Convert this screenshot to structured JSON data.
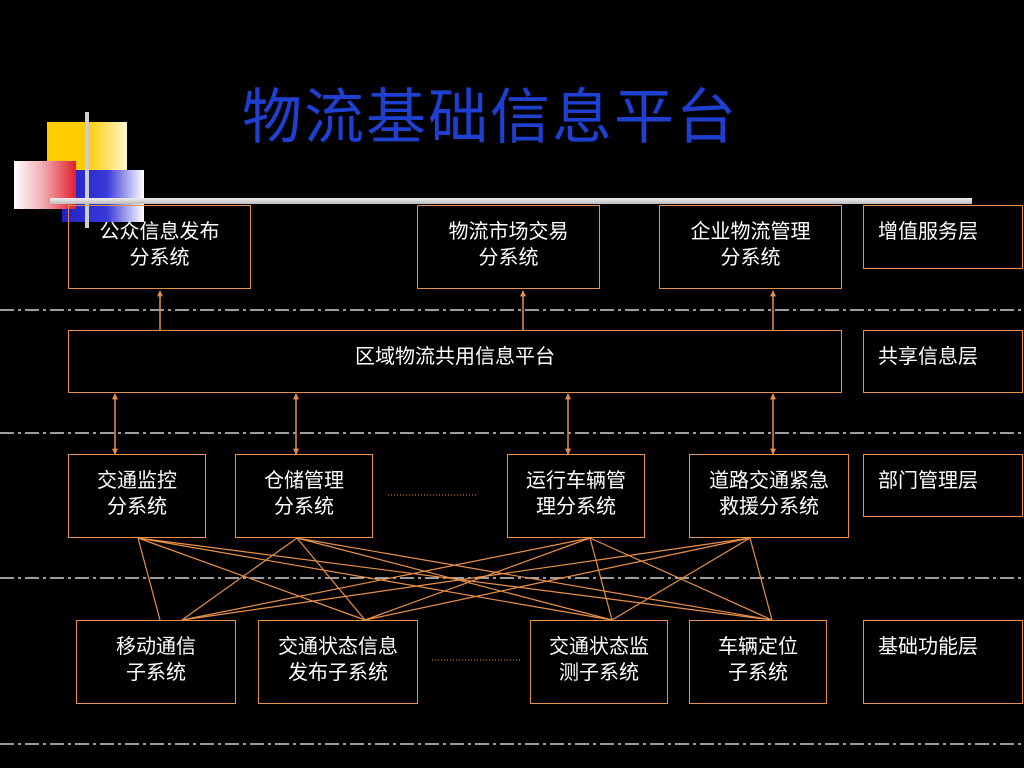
{
  "title": "物流基础信息平台",
  "layers": {
    "value_added": "增值服务层",
    "shared": "共享信息层",
    "department": "部门管理层",
    "basic": "基础功能层"
  },
  "top": [
    [
      "公众信息发布",
      "分系统"
    ],
    [
      "物流市场交易",
      "分系统"
    ],
    [
      "企业物流管理",
      "分系统"
    ]
  ],
  "platform": "区域物流共用信息平台",
  "middle": [
    [
      "交通监控",
      "分系统"
    ],
    [
      "仓储管理",
      "分系统"
    ],
    [
      "运行车辆管",
      "理分系统"
    ],
    [
      "道路交通紧急",
      "救援分系统"
    ]
  ],
  "bottom": [
    [
      "移动通信",
      "子系统"
    ],
    [
      "交通状态信息",
      "发布子系统"
    ],
    [
      "交通状态监",
      "测子系统"
    ],
    [
      "车辆定位",
      "子系统"
    ]
  ],
  "colors": {
    "title": "#1f3fd0",
    "box_border": "#e8904a",
    "connector": "#e8904a",
    "layer_divider": "#cfcfcf",
    "text": "#ffffff",
    "deco_yellow": "#ffcc00",
    "deco_blue": "#2020c8",
    "deco_red": "#e02030"
  }
}
